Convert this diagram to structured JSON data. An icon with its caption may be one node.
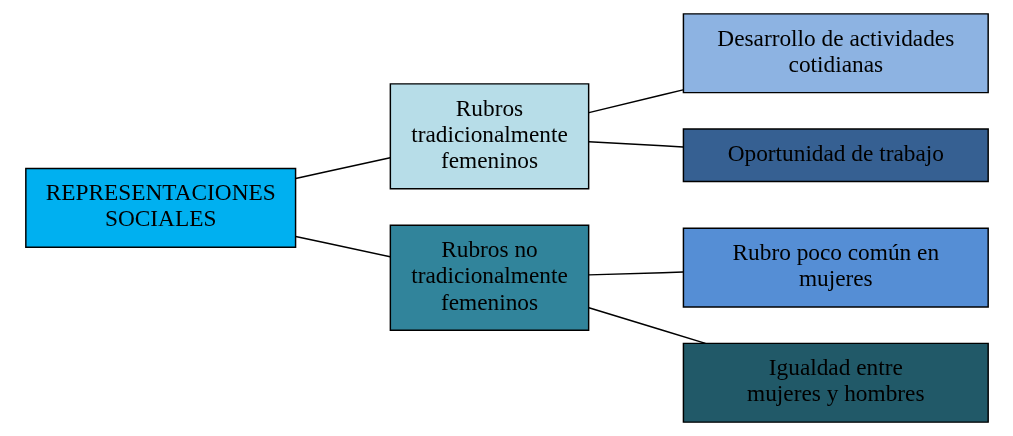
{
  "diagram": {
    "nodes": [
      {
        "text": [
          "REPRESENTACIONES SOCIALES"
        ]
      },
      {
        "text": [
          "Rubros tradicionalmente femeninos"
        ]
      },
      {
        "text": [
          "Rubros no tradicionalmente femeninos"
        ]
      },
      {
        "text": [
          "Desarrollo de actividades cotidianas"
        ]
      },
      {
        "text": [
          "Oportunidad de trabajo"
        ]
      },
      {
        "text": [
          "Rubro poco común en mujeres"
        ]
      },
      {
        "text": [
          "Igualdad entre mujeres y hombres"
        ]
      }
    ],
    "edges": [
      {
        "from": 0,
        "to": 1,
        "arrow": "none"
      },
      {
        "from": 0,
        "to": 2,
        "arrow": "none"
      },
      {
        "from": 1,
        "to": 3,
        "arrow": "none"
      },
      {
        "from": 1,
        "to": 4,
        "arrow": "none"
      },
      {
        "from": 2,
        "to": 5,
        "arrow": "none"
      },
      {
        "from": 2,
        "to": 6,
        "arrow": "none"
      }
    ]
  }
}
